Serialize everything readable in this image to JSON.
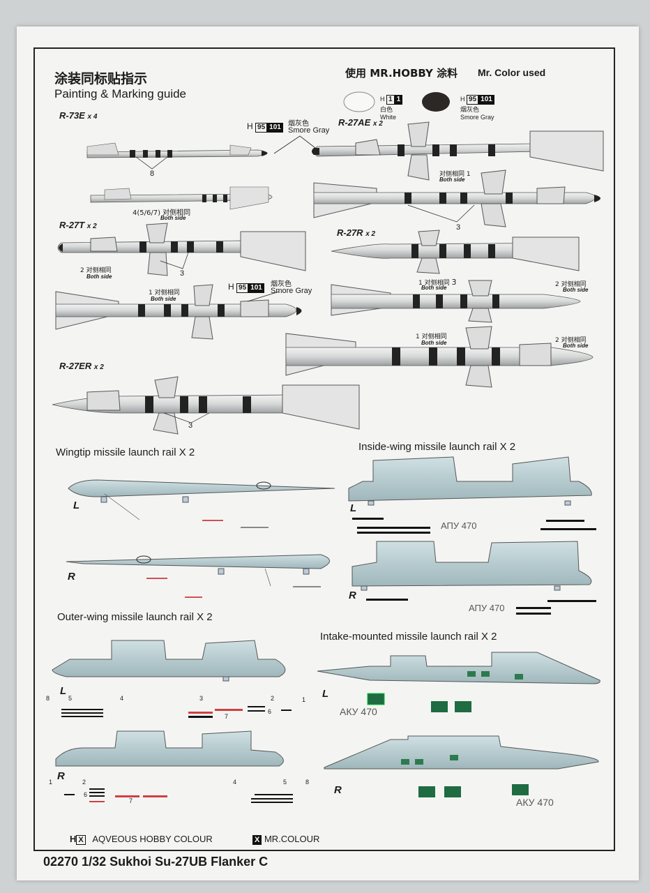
{
  "header": {
    "title_cn": "涂装同标贴指示",
    "title_en": "Painting & Marking guide",
    "paint_brand_cn": "使用 MR.HOBBY 涂料",
    "paint_brand_en": "Mr. Color used"
  },
  "paints": [
    {
      "h": "H",
      "num1": "1",
      "num2": "1",
      "name_cn": "白色",
      "name_en": "White",
      "color": "#f4f4f2"
    },
    {
      "h": "H",
      "num1": "95",
      "num2": "101",
      "name_cn": "烟灰色",
      "name_en": "Smore Gray",
      "color": "#2b2826"
    }
  ],
  "callouts": {
    "smoke_gray_1": {
      "h": "H",
      "n1": "95",
      "n2": "101",
      "cn": "烟灰色",
      "en": "Smore Gray"
    },
    "smoke_gray_2": {
      "h": "H",
      "n1": "95",
      "n2": "101",
      "cn": "烟灰色",
      "en": "Smore Gray"
    }
  },
  "missiles": {
    "r73e": {
      "name": "R-73E",
      "qty": "x 4",
      "n8": "8",
      "note": "4(5/6/7) 对侧相同",
      "note_en": "Both side"
    },
    "r27ae": {
      "name": "R-27AE",
      "qty": "x 2",
      "n1": "1",
      "cn1": "对侧相同",
      "en1": "Both side",
      "n3": "3"
    },
    "r27t": {
      "name": "R-27T",
      "qty": "x 2",
      "n2": "2",
      "cn2": "对侧相同",
      "en2": "Both side",
      "n3": "3",
      "n1": "1",
      "cn1": "对侧相同",
      "en1": "Both side"
    },
    "r27r": {
      "name": "R-27R",
      "qty": "x 2",
      "n1a": "1",
      "cn1a": "对侧相同",
      "en1a": "Both side",
      "n3": "3",
      "n2a": "2",
      "cn2a": "对侧相同",
      "en2a": "Both side",
      "n1b": "1",
      "cn1b": "对侧相同",
      "en1b": "Both side",
      "n2b": "2",
      "cn2b": "对侧相同",
      "en2b": "Both side"
    },
    "r27er": {
      "name": "R-27ER",
      "qty": "x 2",
      "n3": "3"
    }
  },
  "rails": {
    "wingtip": {
      "title": "Wingtip missile launch rail  X  2",
      "L": "L",
      "R": "R"
    },
    "inside": {
      "title": "Inside-wing missile launch rail  X  2",
      "L": "L",
      "R": "R",
      "code": "АПУ 470"
    },
    "outer": {
      "title": "Outer-wing missile launch rail  X  2",
      "L": "L",
      "R": "R",
      "nums_l": [
        "8",
        "5",
        "4",
        "3",
        "2",
        "1",
        "6",
        "7"
      ],
      "nums_r": [
        "1",
        "2",
        "6",
        "7",
        "4",
        "5",
        "8"
      ]
    },
    "intake": {
      "title": "Intake-mounted missile launch rail  X  2",
      "L": "L",
      "R": "R",
      "code": "АКУ 470"
    }
  },
  "legend": {
    "h": "H",
    "x": "X",
    "aq": "AQVEOUS HOBBY COLOUR",
    "mr": "MR.COLOUR"
  },
  "footer": {
    "title": "02270 1/32 Sukhoi Su-27UB Flanker C"
  }
}
